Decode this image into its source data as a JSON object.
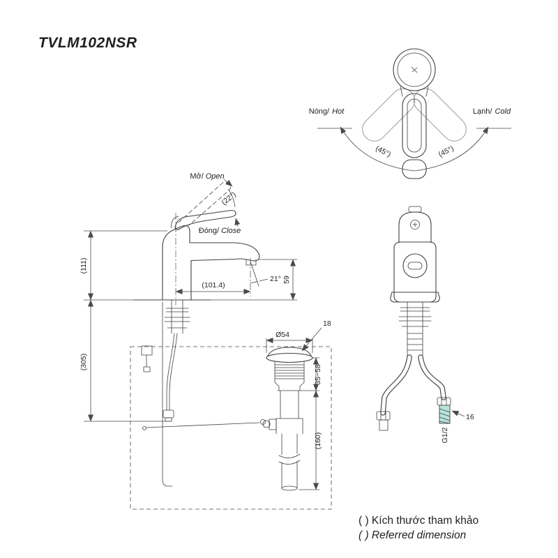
{
  "title": "TVLM102NSR",
  "top_view": {
    "hot_label_vi": "Nóng/",
    "hot_label_en": "Hot",
    "cold_label_vi": "Lạnh/",
    "cold_label_en": "Cold",
    "swing_angle_left": "(45°)",
    "swing_angle_right": "(45°)"
  },
  "side_view": {
    "open_label_vi": "Mở/",
    "open_label_en": "Open",
    "open_angle": "(22°)",
    "close_label_vi": "Đóng/",
    "close_label_en": "Close",
    "dim_height": "(111)",
    "dim_reach": "(101.4)",
    "dim_spout_angle": "21°",
    "dim_outlet_height": "59",
    "dim_hose_length": "(305)"
  },
  "drain": {
    "dim_diameter": "Ø54",
    "callout": "18",
    "dim_adjust_range": "35~58",
    "dim_tailpipe": "(160)"
  },
  "front_view": {
    "thread_label": "G1/2",
    "callout": "16"
  },
  "footer": {
    "note_vi": "( ) Kích thước tham khảo",
    "note_en": "( ) Referred dimension"
  },
  "colors": {
    "line": "#3f3f3f",
    "dim": "#4a4a4a",
    "highlight": "#b7e5dc"
  }
}
